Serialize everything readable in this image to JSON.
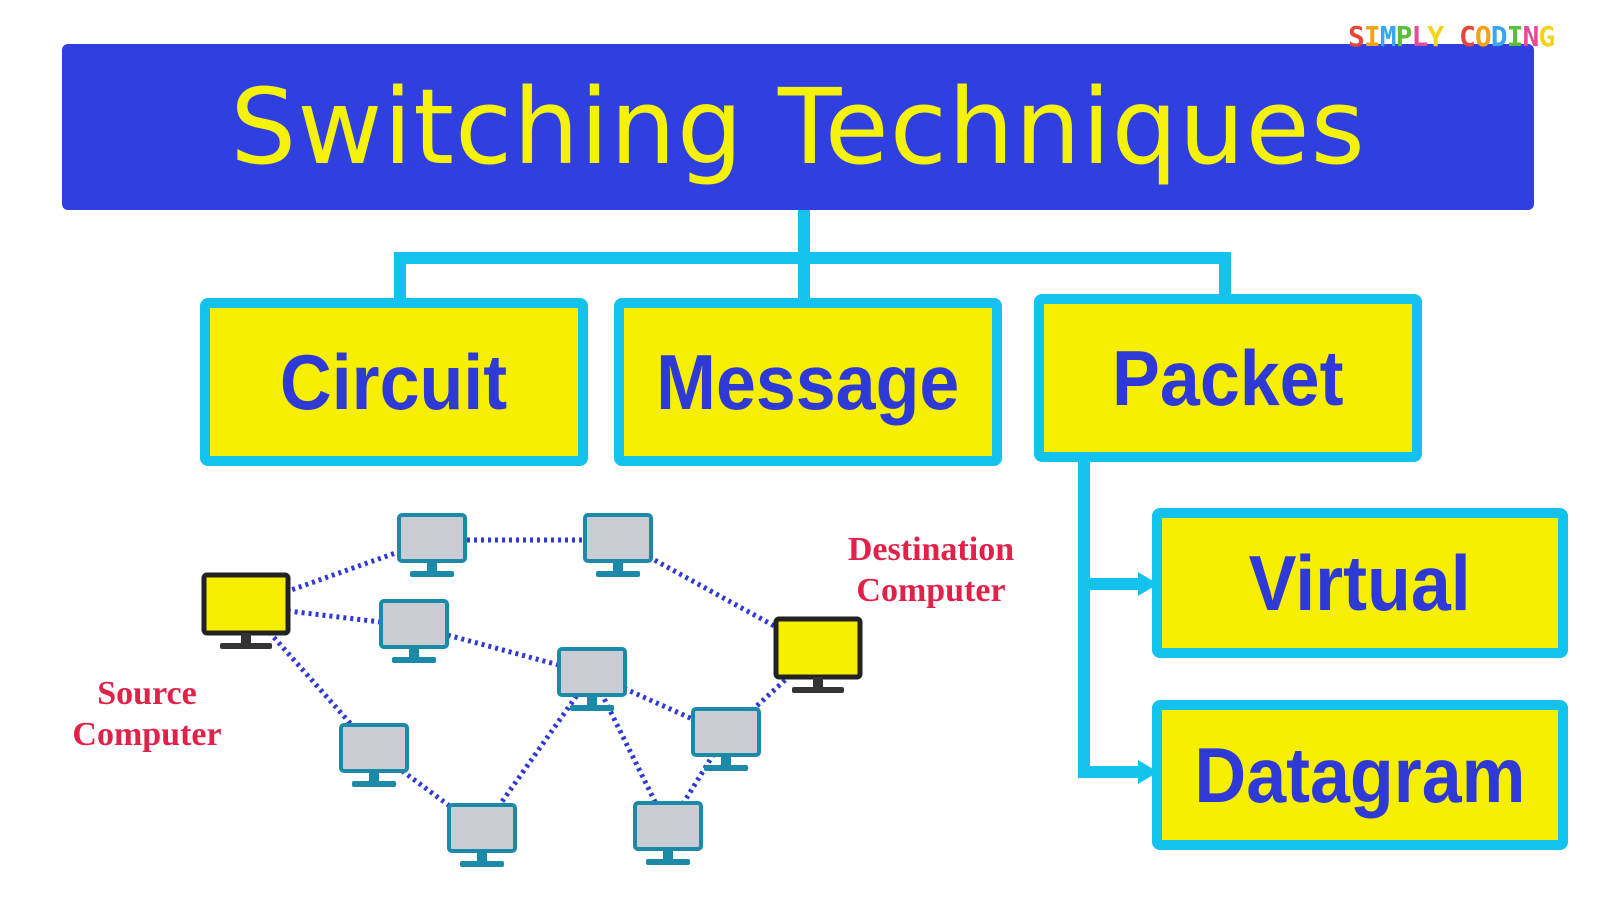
{
  "title": "Switching Techniques",
  "watermark": "SIMPLY CODING",
  "watermark_colors": [
    "#e8463a",
    "#f2a21b",
    "#3aa7e8",
    "#5bbf3a",
    "#e84a9b",
    "#f2d21b"
  ],
  "categories": [
    {
      "id": "circuit",
      "label": "Circuit"
    },
    {
      "id": "message",
      "label": "Message"
    },
    {
      "id": "packet",
      "label": "Packet"
    }
  ],
  "packet_types": [
    {
      "id": "virtual",
      "label": "Virtual"
    },
    {
      "id": "datagram",
      "label": "Datagram"
    }
  ],
  "network": {
    "source_label": "Source\nComputer",
    "destination_label": "Destination\nComputer",
    "source_monitor_color": "#f7ef00",
    "node_monitor_color": "#c9ccd2",
    "link_color": "#2f3ad6"
  },
  "colors": {
    "title_bg": "#2f3fe0",
    "title_text": "#f5f20a",
    "connector": "#13c3ee",
    "box_fill": "#f7ef00",
    "box_text": "#2f3ad6",
    "caption": "#e0224a"
  }
}
